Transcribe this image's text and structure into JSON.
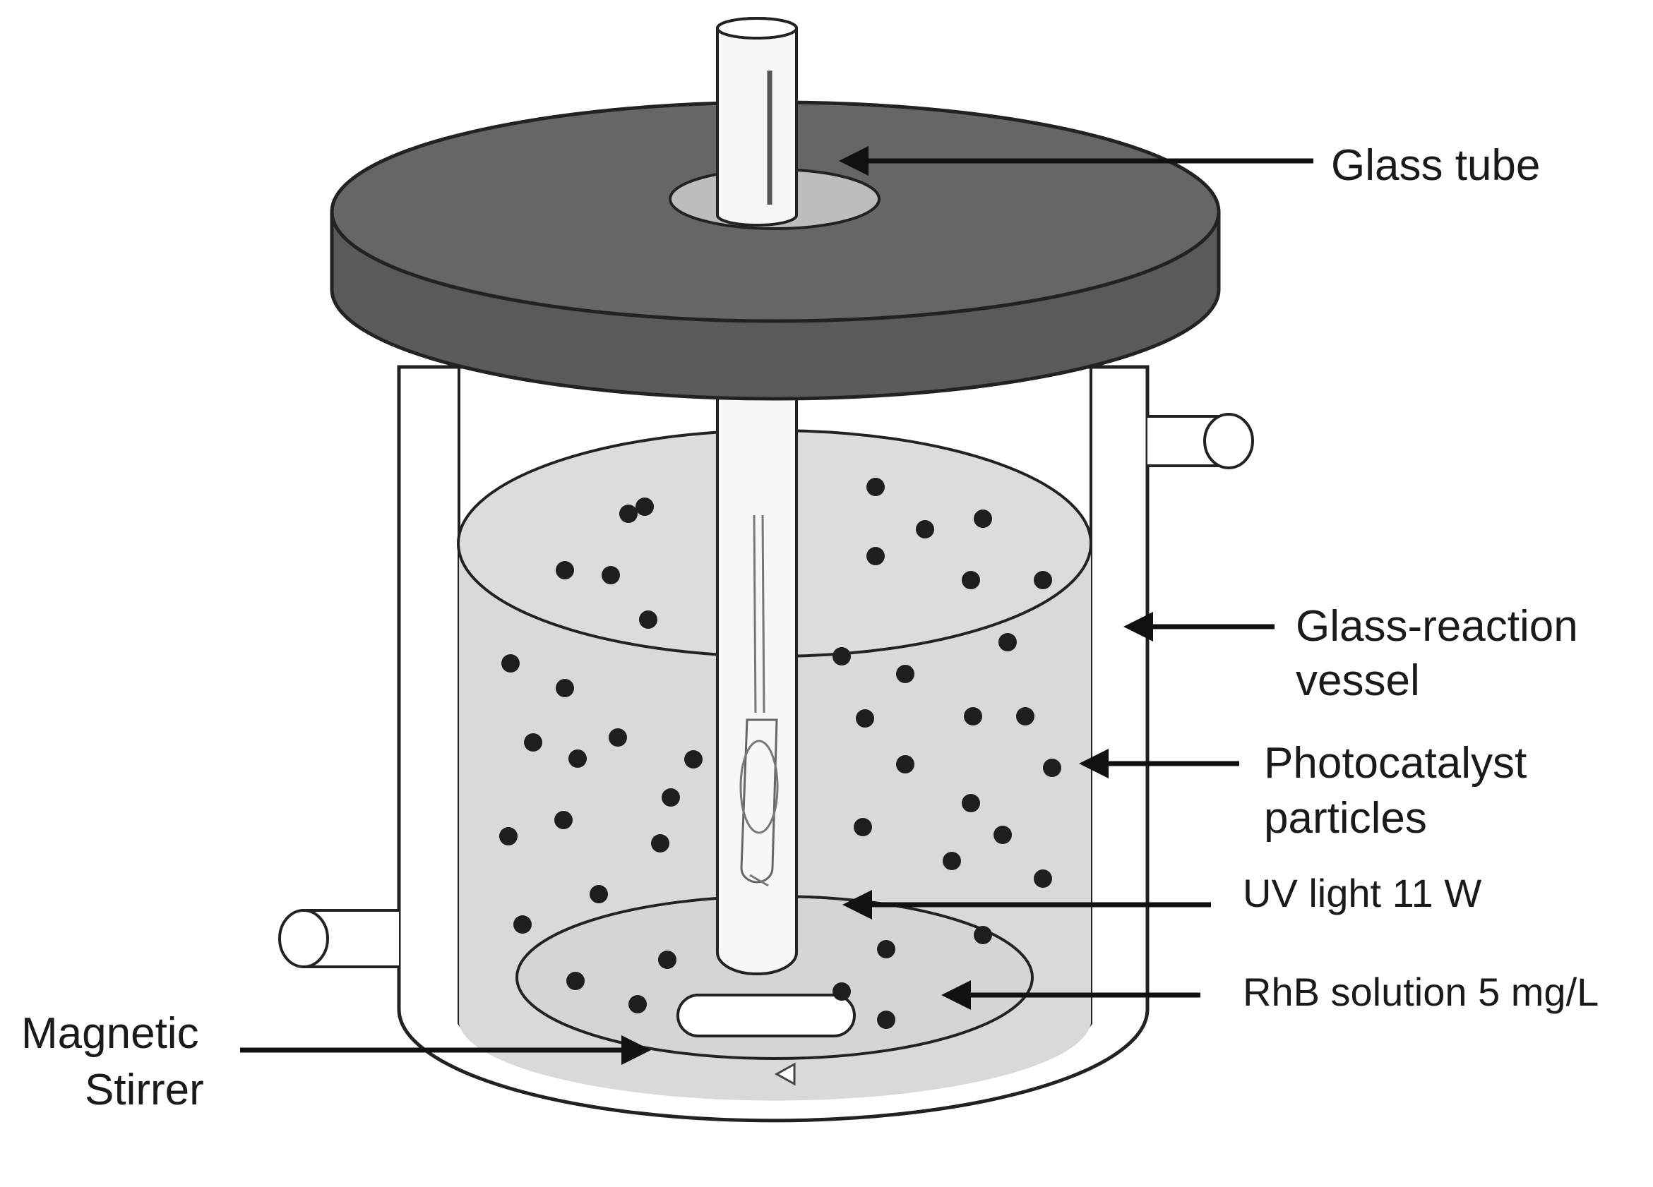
{
  "labels": {
    "glass_tube": "Glass tube",
    "glass_reaction_line1": "Glass-reaction",
    "glass_reaction_line2": "vessel",
    "photocatalyst_line1": "Photocatalyst",
    "photocatalyst_line2": "particles",
    "uv_light": "UV light 11 W",
    "rhb_solution": "RhB solution 5 mg/L",
    "magnetic_line1": "Magnetic",
    "magnetic_line2": "Stirrer"
  },
  "colors": {
    "lid": "#5a5a5a",
    "lid_top": "#666666",
    "solution": "#d9d9d9",
    "particle": "#1e1e1e",
    "outline": "#222222",
    "glass": "#ffffff"
  }
}
